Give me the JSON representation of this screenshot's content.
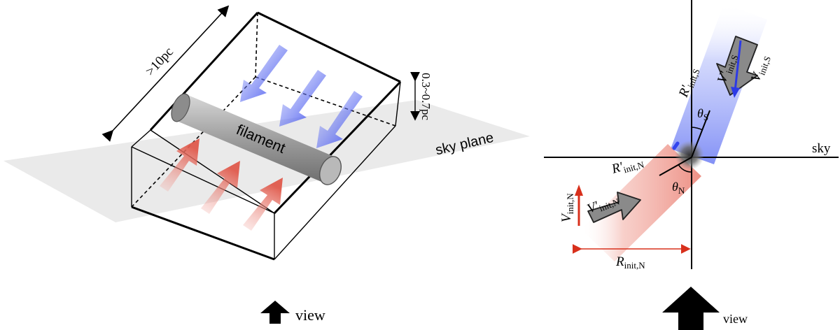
{
  "left_panel": {
    "length_label": ">10pc",
    "thickness_label": "0.3~0.7pc",
    "filament_label": "filament",
    "plane_label": "sky plane",
    "view_label": "view"
  },
  "right_panel": {
    "sky_label": "sky",
    "view_label": "view",
    "south": {
      "r_prime_main": "R′",
      "r_prime_sub": "init,S",
      "v_prime_main": "V′",
      "v_prime_sub": "init,S",
      "v_main": "V",
      "v_sub": "init,S",
      "theta_main": "θ",
      "theta_sub": "S"
    },
    "north": {
      "r_prime_main": "R′",
      "r_prime_sub": "init,N",
      "v_prime_main": "V′",
      "v_prime_sub": "init,N",
      "v_main": "V",
      "v_sub": "init,N",
      "r_main": "R",
      "r_sub": "init,N",
      "theta_main": "θ",
      "theta_sub": "N"
    }
  },
  "colors": {
    "blue": "#2c3ae6",
    "red": "#d8301c",
    "gray": "#8a8a8a"
  }
}
